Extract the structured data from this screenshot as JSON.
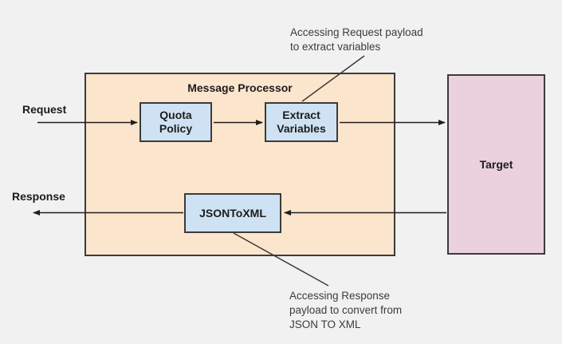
{
  "diagram": {
    "type": "flow-diagram",
    "colors": {
      "background": "#f1f1f2",
      "processor_fill": "#fce5cd",
      "policy_fill": "#cfe2f3",
      "target_fill": "#ead1dc",
      "border": "#3b3b3b",
      "arrow": "#1f1f1f"
    }
  },
  "nodes": {
    "message_processor": {
      "label": "Message Processor",
      "fill": "#fce5cd"
    },
    "quota_policy": {
      "label": "Quota\nPolicy",
      "fill": "#cfe2f3"
    },
    "extract_variables": {
      "label": "Extract\nVariables",
      "fill": "#cfe2f3"
    },
    "jsontoxml": {
      "label": "JSONToXML",
      "fill": "#cfe2f3"
    },
    "target": {
      "label": "Target",
      "fill": "#ead1dc"
    }
  },
  "flow_labels": {
    "request": "Request",
    "response": "Response"
  },
  "annotations": {
    "top": "Accessing Request payload\nto extract variables",
    "bottom": "Accessing Response\npayload to convert from\nJSON TO XML"
  },
  "edges": [
    {
      "from": "request-in",
      "to": "quota_policy",
      "direction": "right"
    },
    {
      "from": "quota_policy",
      "to": "extract_variables",
      "direction": "right"
    },
    {
      "from": "extract_variables",
      "to": "target",
      "direction": "right"
    },
    {
      "from": "target",
      "to": "jsontoxml",
      "direction": "left"
    },
    {
      "from": "jsontoxml",
      "to": "response-out",
      "direction": "left"
    }
  ]
}
